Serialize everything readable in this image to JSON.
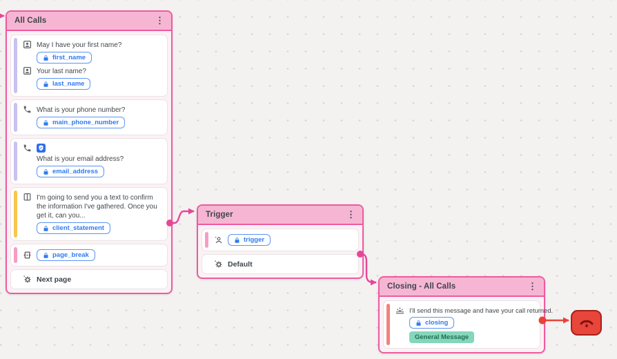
{
  "icons": {
    "kebab_menu": "⋮",
    "names": [
      "contact-card-icon",
      "phone-settings-icon",
      "verified-shield-icon",
      "script-book-icon",
      "page-break-icon",
      "next-page-gear-icon",
      "trigger-person-icon",
      "default-gear-icon",
      "closing-sun-icon",
      "hangup-phone-icon",
      "lock-icon"
    ]
  },
  "colors": {
    "node_border": "#ee5a9e",
    "node_header_bg": "#f6b6d3",
    "node_body_bg": "#fdf1f6",
    "edge_pink": "#e8459a",
    "edge_red": "#e8423a",
    "accent_lavender": "#c9c2f0",
    "accent_amber": "#fbc54d",
    "accent_pink": "#f79cc5",
    "accent_salmon": "#f2837b",
    "chip_blue": "#2e7bf0",
    "badge_bg": "#85d6ba",
    "badge_text": "#1f6e56",
    "end_node_bg": "#e8453b",
    "end_node_border": "#a8201a"
  },
  "nodes": {
    "all_calls": {
      "title": "All Calls",
      "items": {
        "name_block": {
          "q1": "May I have your first name?",
          "chip1": "first_name",
          "q2": "Your last name?",
          "chip2": "last_name"
        },
        "phone": {
          "q": "What is your phone number?",
          "chip": "main_phone_number"
        },
        "email": {
          "q": "What is your email address?",
          "chip": "email_address"
        },
        "statement": {
          "q": "I'm going to send you a text to confirm the information I've gathered. Once you get it, can you...",
          "chip": "client_statement"
        },
        "page_break": {
          "chip": "page_break"
        },
        "next_page": {
          "label": "Next page"
        }
      }
    },
    "trigger": {
      "title": "Trigger",
      "items": {
        "trigger": {
          "chip": "trigger"
        },
        "default": {
          "label": "Default"
        }
      }
    },
    "closing": {
      "title": "Closing - All Calls",
      "item": {
        "text": "I'll send this message and have your call returned.",
        "chip": "closing",
        "badge": "General Message"
      }
    }
  }
}
